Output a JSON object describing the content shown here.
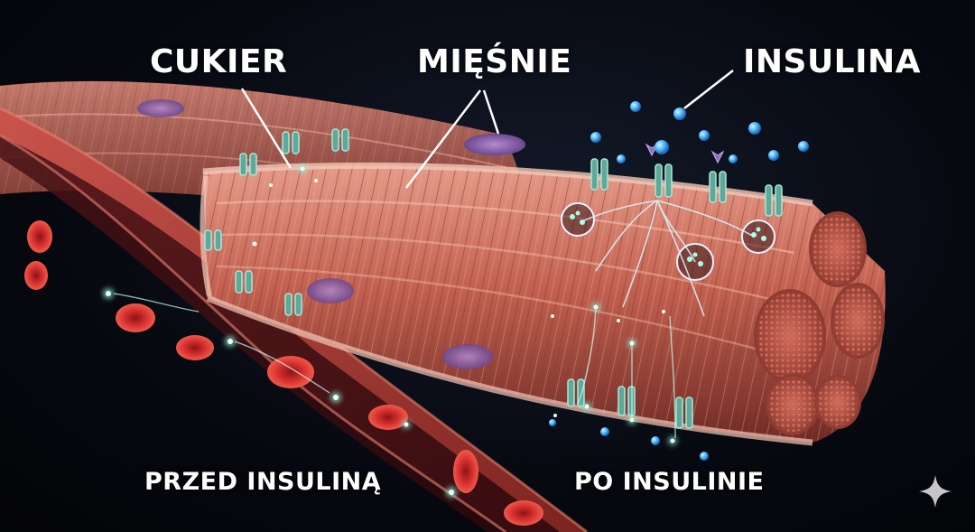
{
  "labels": {
    "sugar": "CUKIER",
    "muscles": "MIĘŚNIE",
    "insulin": "INSULINA",
    "before_insulin": "PRZED INSULINĄ",
    "after_insulin": "PO INSULINIE"
  },
  "icons": {
    "watermark": "sparkle-icon"
  },
  "colors": {
    "background": "#05060b",
    "muscle": "#b9574a",
    "muscle_highlight": "#e08a78",
    "vessel": "#a83b35",
    "red_cell": "#d42a2a",
    "sugar_glow": "#8ff5d8",
    "insulin": "#4fb8ff",
    "receptor": "#5fa89a",
    "nucleus": "#8a5fa8",
    "label": "#ffffff"
  }
}
